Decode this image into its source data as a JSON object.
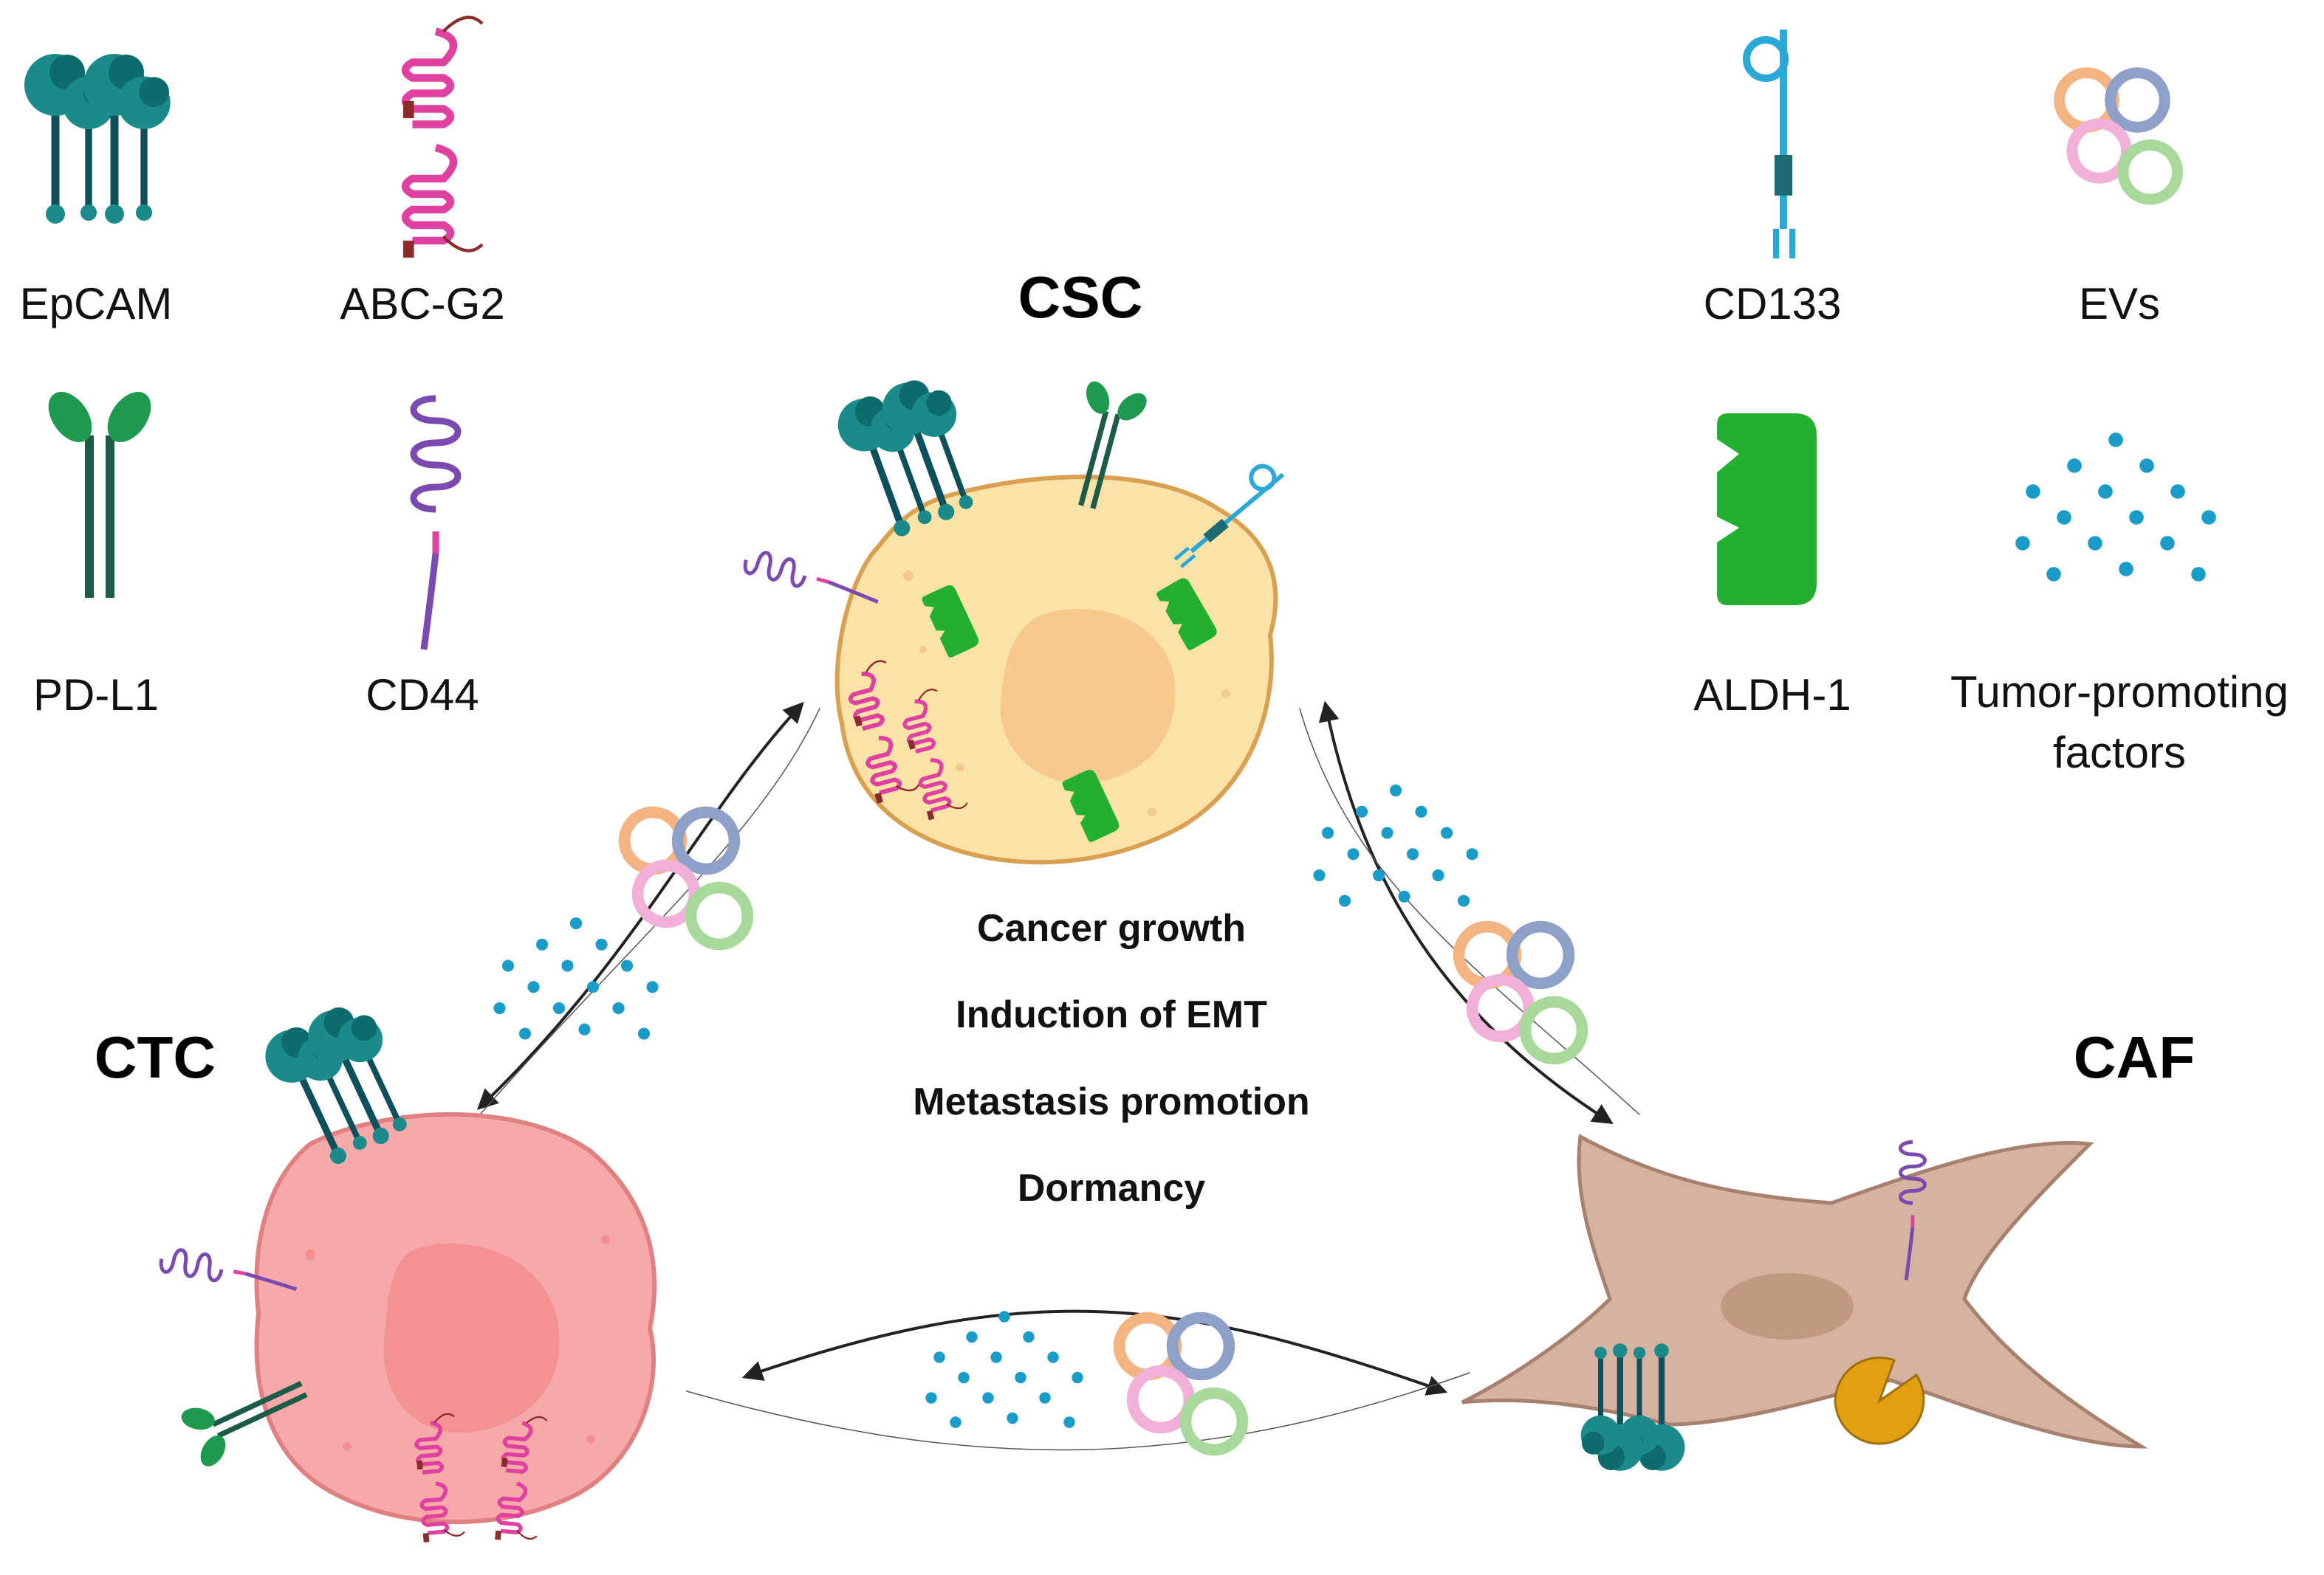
{
  "legend": {
    "epcam": "EpCAM",
    "abcg2": "ABC-G2",
    "pdl1": "PD-L1",
    "cd44": "CD44",
    "cd133": "CD133",
    "evs": "EVs",
    "aldh1": "ALDH-1",
    "tpf_line1": "Tumor-promoting",
    "tpf_line2": "factors"
  },
  "cells": {
    "csc": "CSC",
    "ctc": "CTC",
    "caf": "CAF"
  },
  "effects": [
    "Cancer growth",
    "Induction of EMT",
    "Metastasis promotion",
    "Dormancy"
  ],
  "colors": {
    "epcam_teal": "#1a8a8a",
    "epcam_dark": "#0d4f5a",
    "abcg2_pink": "#e040a0",
    "abcg2_cap": "#8b2b2b",
    "pdl1_green": "#1e9a50",
    "pdl1_stem": "#1c5a4a",
    "cd44_purple": "#7b4ab0",
    "cd133_blue": "#2aa8d8",
    "aldh_green": "#22b02e",
    "factor_dot": "#1a9cc8",
    "ev_orange": "#f4b482",
    "ev_blue": "#8fa0c8",
    "ev_pink": "#f0b0d8",
    "ev_green": "#a8d89a",
    "csc_fill": "#fbe3a8",
    "csc_edge": "#d8a050",
    "ctc_fill": "#f7a8a8",
    "ctc_edge": "#e08080",
    "caf_fill": "#d6b3a0",
    "caf_edge": "#a88070",
    "enzyme_gold": "#e0a010"
  },
  "icons": [
    "epcam-icon",
    "abcg2-icon",
    "pdl1-icon",
    "cd44-icon",
    "cd133-icon",
    "ev-icon",
    "aldh1-icon",
    "tumor-factor-icon",
    "enzyme-icon"
  ]
}
